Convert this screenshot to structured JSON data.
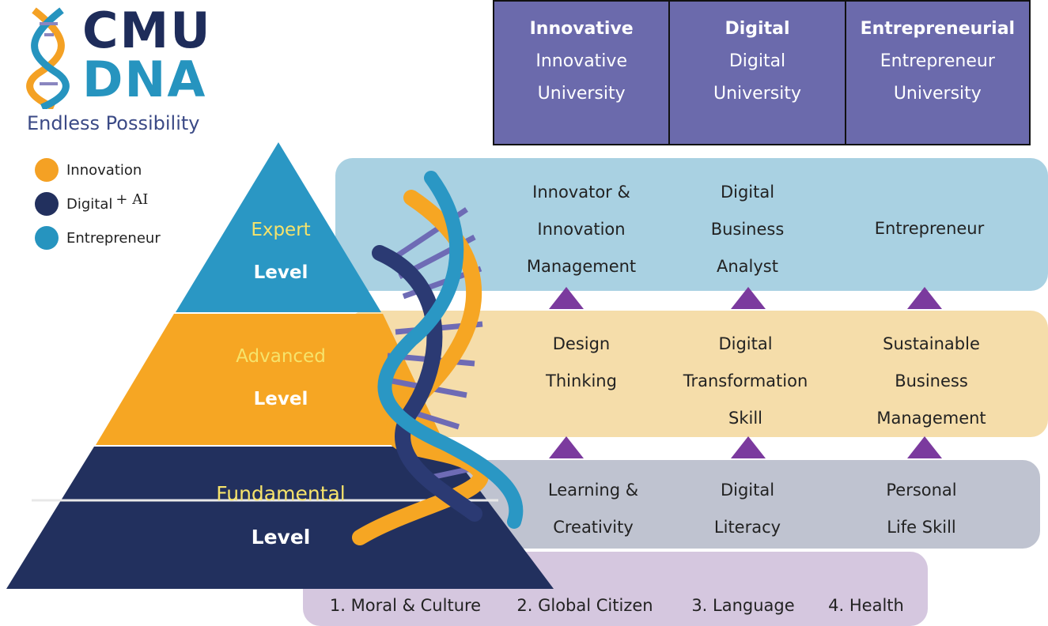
{
  "logo": {
    "cmu": "CMU",
    "dna": "DNA",
    "tagline": "Endless Possibility"
  },
  "legend": [
    {
      "label": "Innovation",
      "color": "#f4a124"
    },
    {
      "label": "Digital",
      "suffix": "+ AI",
      "color": "#22305e"
    },
    {
      "label": "Entrepreneur",
      "color": "#2694bf"
    }
  ],
  "header": [
    {
      "title": "Innovative",
      "line1": "Innovative",
      "line2": "University"
    },
    {
      "title": "Digital",
      "line1": "Digital",
      "line2": "University"
    },
    {
      "title": "Entrepreneurial",
      "line1": "Entrepreneur",
      "line2": "University"
    }
  ],
  "pyramid": {
    "expert": {
      "l1": "Expert",
      "l2": "Level"
    },
    "advanced": {
      "l1": "Advanced",
      "l2": "Level"
    },
    "fundamental": {
      "l1": "Fundamental",
      "l2": "Level"
    }
  },
  "bands": {
    "expert": [
      [
        "Innovator &",
        "Innovation",
        "Management"
      ],
      [
        "Digital",
        "Business",
        "Analyst"
      ],
      [
        "Entrepreneur"
      ]
    ],
    "advanced": [
      [
        "Design",
        "Thinking"
      ],
      [
        "Digital",
        "Transformation",
        "Skill"
      ],
      [
        "Sustainable",
        "Business",
        "Management"
      ]
    ],
    "fundamental": [
      [
        "Learning &",
        "Creativity"
      ],
      [
        "Digital",
        "Literacy"
      ],
      [
        "Personal",
        "Life Skill"
      ]
    ],
    "base": [
      "1. Moral & Culture",
      "2. Global Citizen",
      "3. Language",
      "4. Health"
    ]
  },
  "colors": {
    "header_bg": "#6b6aac",
    "expert": "#2a97c4",
    "advanced": "#f6a623",
    "fundamental": "#22305e",
    "level_text_yellow": "#f6e36b",
    "arrow": "#7b3a9e"
  }
}
